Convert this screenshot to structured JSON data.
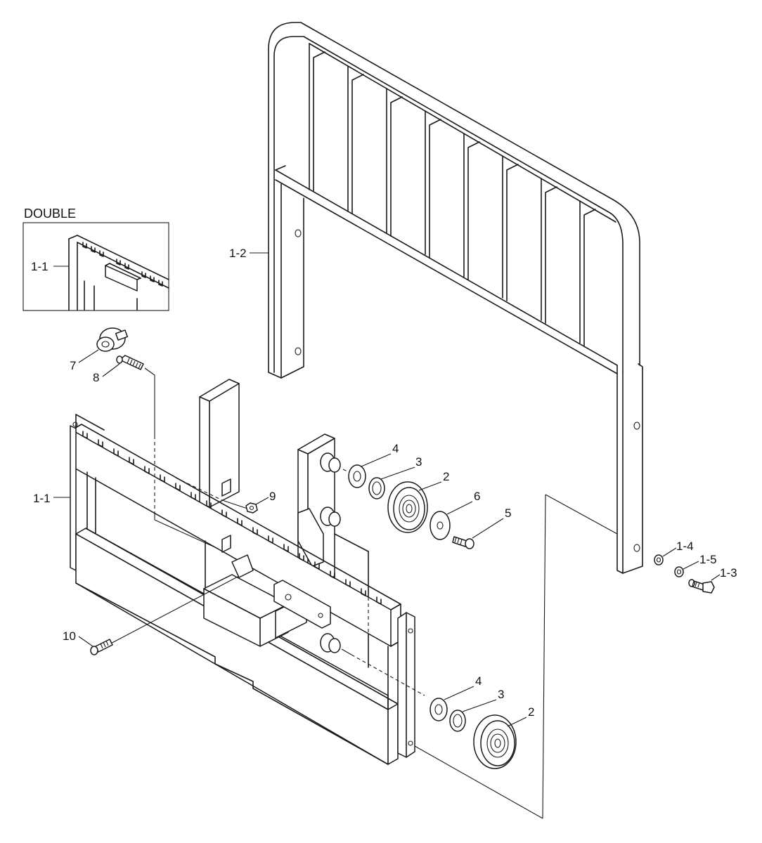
{
  "inset": {
    "title": "DOUBLE",
    "label": "1-1"
  },
  "callouts": {
    "c_1_2": "1-2",
    "c_1_1": "1-1",
    "c_7": "7",
    "c_8": "8",
    "c_9": "9",
    "c_10": "10",
    "c_4a": "4",
    "c_3a": "3",
    "c_2a": "2",
    "c_6": "6",
    "c_5": "5",
    "c_1_4": "1-4",
    "c_1_5": "1-5",
    "c_1_3": "1-3",
    "c_4b": "4",
    "c_3b": "3",
    "c_2b": "2"
  }
}
